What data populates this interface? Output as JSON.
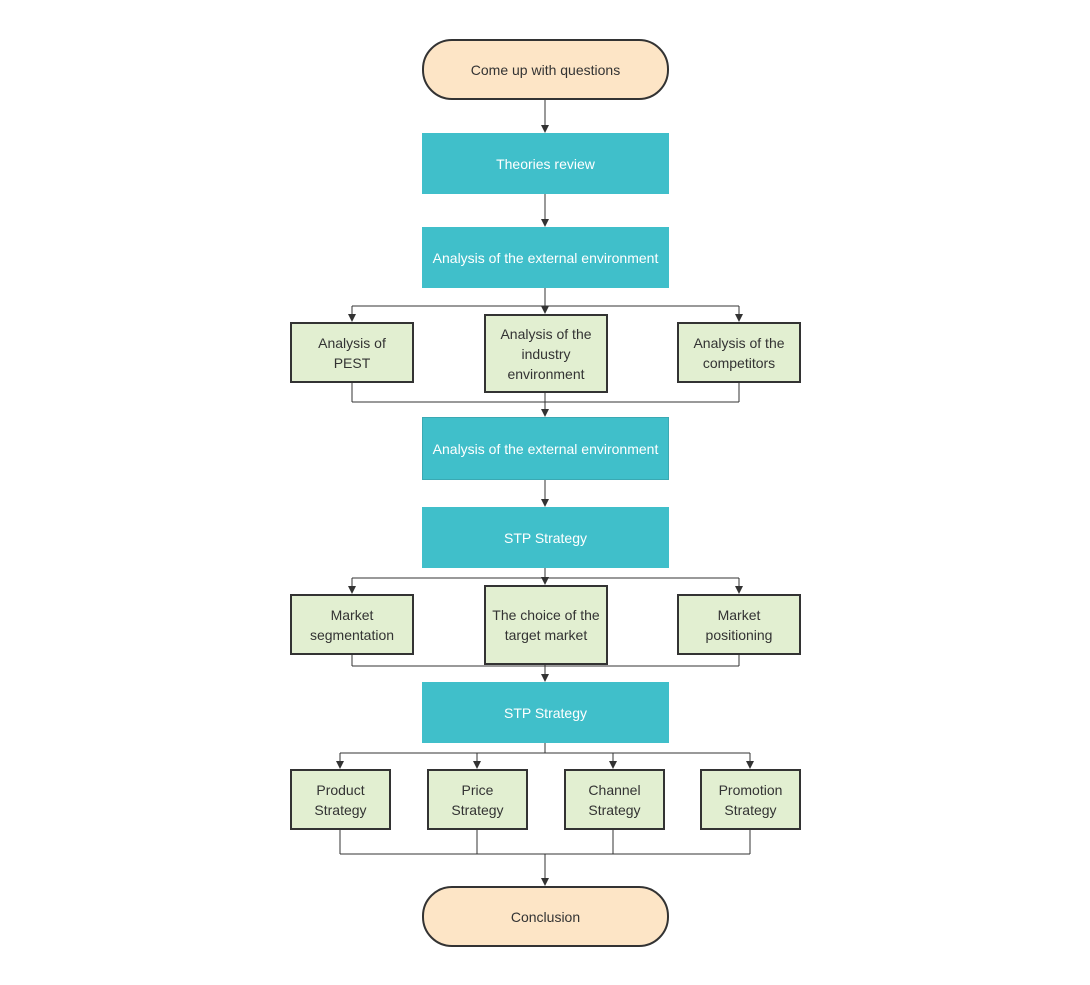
{
  "colors": {
    "terminal_fill": "#fde5c6",
    "process_fill": "#40bfca",
    "sub_fill": "#e2efd1",
    "stroke": "#333333"
  },
  "nodes": {
    "start": "Come up with questions",
    "theories_review": "Theories review",
    "external_env_1": "Analysis of the external environment",
    "pest": "Analysis of PEST",
    "industry": "Analysis of the\nindustry\nenvironment",
    "competitors": "Analysis of the\ncompetitors",
    "external_env_2": "Analysis of the external environment",
    "stp_1": "STP Strategy",
    "segmentation": "Market\nsegmentation",
    "target_market": "The choice of the\ntarget market",
    "positioning": "Market positioning",
    "stp_2": "STP Strategy",
    "product": "Product\nStrategy",
    "price": "Price Strategy",
    "channel": "Channel\nStrategy",
    "promotion": "Promotion\nStrategy",
    "conclusion": "Conclusion"
  }
}
